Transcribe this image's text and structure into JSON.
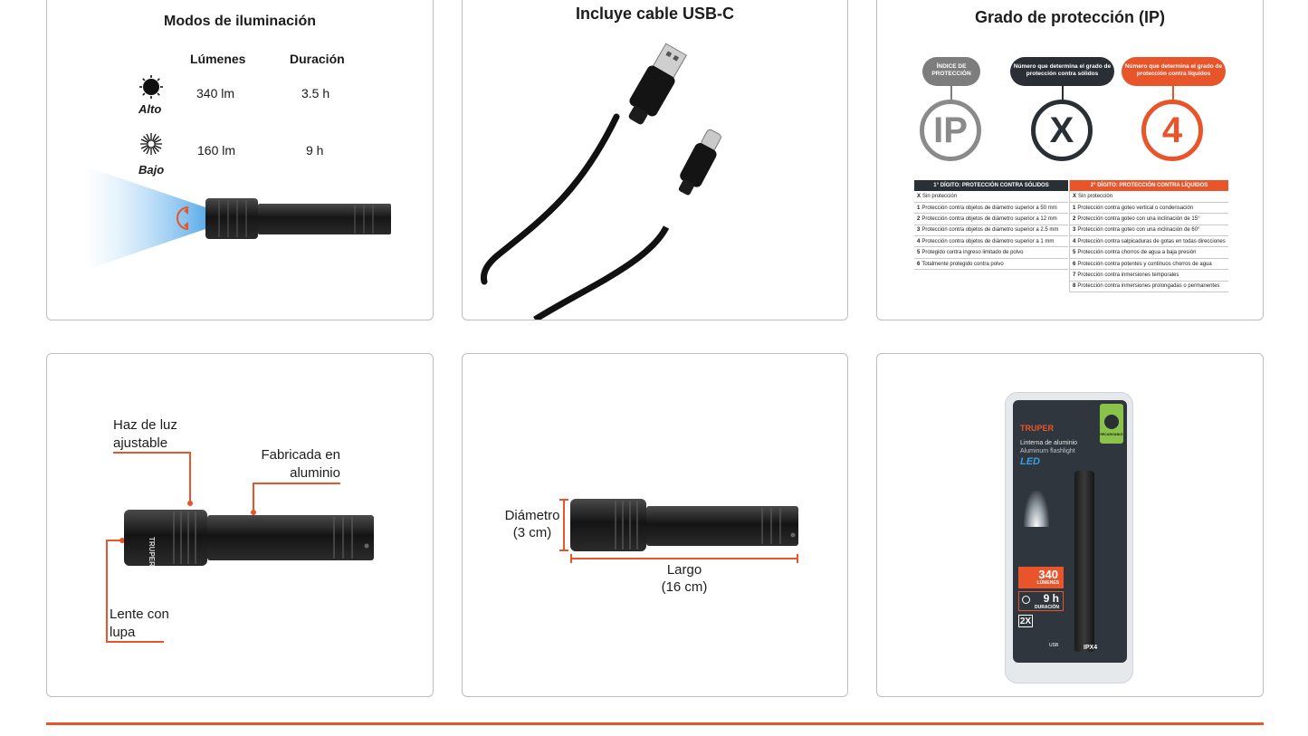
{
  "colors": {
    "accent": "#e8552a",
    "dark": "#2a2f36",
    "gray": "#8a8a8a",
    "blister_green": "#8bc34a"
  },
  "lighting": {
    "title": "Modos de iluminación",
    "col_lumens": "Lúmenes",
    "col_duration": "Duración",
    "modes": [
      {
        "name": "Alto",
        "lumens": "340 lm",
        "duration": "3.5 h",
        "icon": "sun-filled-icon"
      },
      {
        "name": "Bajo",
        "lumens": "160 lm",
        "duration": "9 h",
        "icon": "sun-outline-icon"
      }
    ]
  },
  "usb": {
    "title": "Incluye cable USB-C"
  },
  "ip": {
    "title": "Grado de protección (IP)",
    "pill_index": "ÍNDICE DE PROTECCIÓN",
    "pill_solids": "Número que determina el grado de protección contra sólidos",
    "pill_liquids": "Número que determina el grado de protección contra líquidos",
    "circle_ip": "IP",
    "circle_x": "X",
    "circle_4": "4",
    "solids_header": "1° DÍGITO: PROTECCIÓN CONTRA SÓLIDOS",
    "liquids_header": "2° DÍGITO: PROTECCIÓN CONTRA LÍQUIDOS",
    "solids": [
      {
        "k": "X",
        "v": "Sin protección"
      },
      {
        "k": "1",
        "v": "Protección contra objetos de diámetro superior a 50 mm"
      },
      {
        "k": "2",
        "v": "Protección contra objetos de diámetro superior a 12 mm"
      },
      {
        "k": "3",
        "v": "Protección contra objetos de diámetro superior a 2.5 mm"
      },
      {
        "k": "4",
        "v": "Protección contra objetos de diámetro superior a 1 mm"
      },
      {
        "k": "5",
        "v": "Protegido contra ingreso limitado de polvo"
      },
      {
        "k": "6",
        "v": "Totalmente protegido contra polvo"
      }
    ],
    "liquids": [
      {
        "k": "X",
        "v": "Sin protección"
      },
      {
        "k": "1",
        "v": "Protección contra goteo vertical o condensación"
      },
      {
        "k": "2",
        "v": "Protección contra goteo con una inclinación de 15°"
      },
      {
        "k": "3",
        "v": "Protección contra goteo con una inclinación de 60°"
      },
      {
        "k": "4",
        "v": "Protección contra salpicaduras de gotas en todas direcciones"
      },
      {
        "k": "5",
        "v": "Protección contra chorros de agua a baja presión"
      },
      {
        "k": "6",
        "v": "Protección contra potentes y continuos chorros de agua"
      },
      {
        "k": "7",
        "v": "Protección contra inmersiones temporales"
      },
      {
        "k": "8",
        "v": "Protección contra inmersiones prolongadas o permanentes"
      }
    ]
  },
  "features": {
    "beam": "Haz de luz ajustable",
    "body": "Fabricada en aluminio",
    "lens": "Lente con lupa",
    "flashlight_brand": "TRUPER"
  },
  "dimensions": {
    "diameter_label": "Diámetro",
    "diameter_value": "(3 cm)",
    "length_label": "Largo",
    "length_value": "(16 cm)"
  },
  "package": {
    "brand": "TRUPER",
    "name_es": "Linterna de aluminio",
    "name_en": "Aluminum flashlight",
    "led": "LED",
    "badge": "RECARGABLE",
    "lumens_value": "340",
    "lumens_label": "LÚMENES",
    "duration_value": "9 h",
    "duration_label": "DURACIÓN",
    "modes": "2X",
    "usb": "USB",
    "ipx": "IPX4"
  }
}
